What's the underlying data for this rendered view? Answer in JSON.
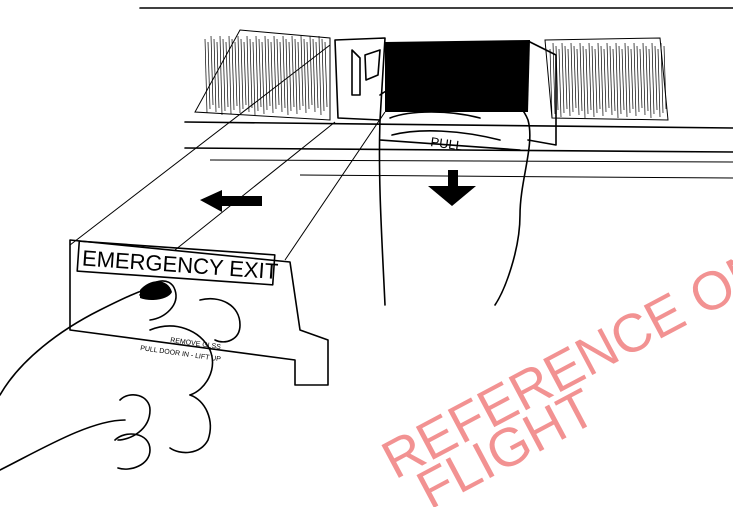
{
  "placard": {
    "title": "EMERGENCY EXIT",
    "line1": "REMOVE GLSS",
    "line2": "PULL DOOR IN - LIFT UP"
  },
  "handle_label": "PULL",
  "watermark": {
    "line1": "REFERENCE ONLY",
    "line2": "FLIGHT",
    "color": "#f08080"
  }
}
